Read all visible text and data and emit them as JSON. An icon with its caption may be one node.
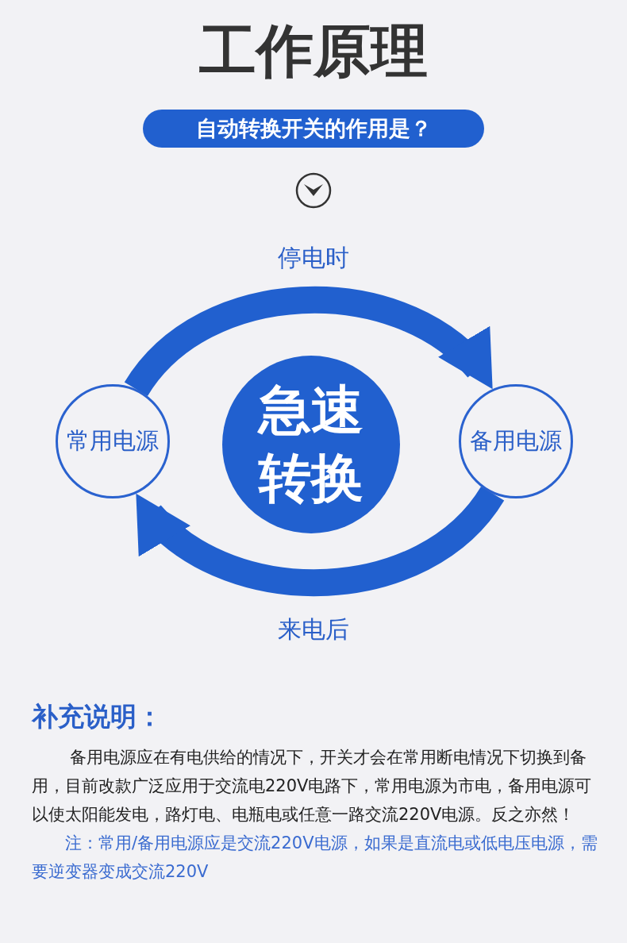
{
  "diagram": {
    "title": "工作原理",
    "nodes": [
      {
        "text": [
          "自动转换开关的作用是？"
        ]
      },
      {
        "text": [
          "常用电源"
        ]
      },
      {
        "text": [
          "急速转换"
        ]
      },
      {
        "text": [
          "备用电源"
        ]
      }
    ],
    "edges": [
      {
        "from": 1,
        "to": 3,
        "arrow": "to",
        "label": "停电时"
      },
      {
        "from": 3,
        "to": 1,
        "arrow": "to",
        "label": "来电后"
      }
    ],
    "labels": [
      "补充说明：",
      "备用电源应在有电供给的情况下，开关才会在常用断电情况下切换到备用，目前改款广泛应用于交流电220V电路下，常用电源为市电，备用电源可以使太阳能发电，路灯电、电瓶电或任意一路交流220V电源。反之亦然！",
      "注：常用/备用电源应是交流220V电源，如果是直流电或低电压电源，需要逆变器变成交流220V"
    ]
  }
}
